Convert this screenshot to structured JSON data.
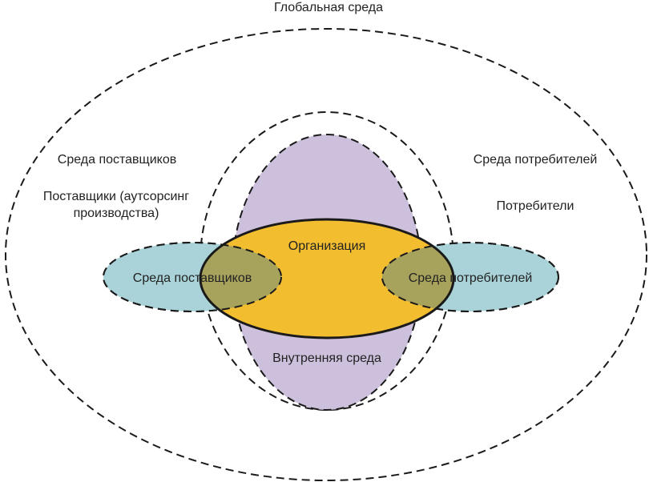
{
  "diagram": {
    "labels": {
      "global": "Глобальная среда",
      "supplier_env": "Среда поставщиков",
      "suppliers_line1": "Поставщики (аутсорсинг",
      "suppliers_line2": "производства)",
      "consumer_env": "Среда потребителей",
      "consumers": "Потребители",
      "organization": "Организация",
      "supplier_env_inner": "Среда поставщиков",
      "consumer_env_inner": "Среда потребителей",
      "internal_env": "Внутренняя среда"
    },
    "colors": {
      "internal_env_fill": "#cdc0dc",
      "organization_fill": "#f2bd2f",
      "side_env_fill": "#a9d3d8",
      "overlap_fill": "#a8a35c",
      "stroke": "#1a1a1a"
    }
  }
}
